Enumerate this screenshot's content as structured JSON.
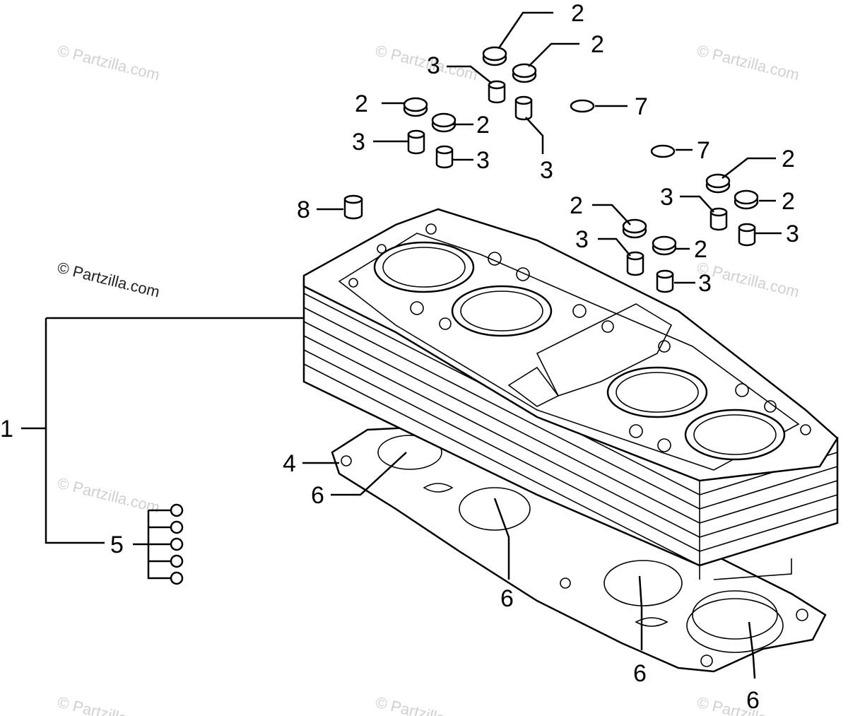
{
  "watermark": "© Partzilla.com",
  "callouts": {
    "c1": "1",
    "c2": "2",
    "c3": "3",
    "c4": "4",
    "c5": "5",
    "c6": "6",
    "c7": "7",
    "c8": "8"
  }
}
